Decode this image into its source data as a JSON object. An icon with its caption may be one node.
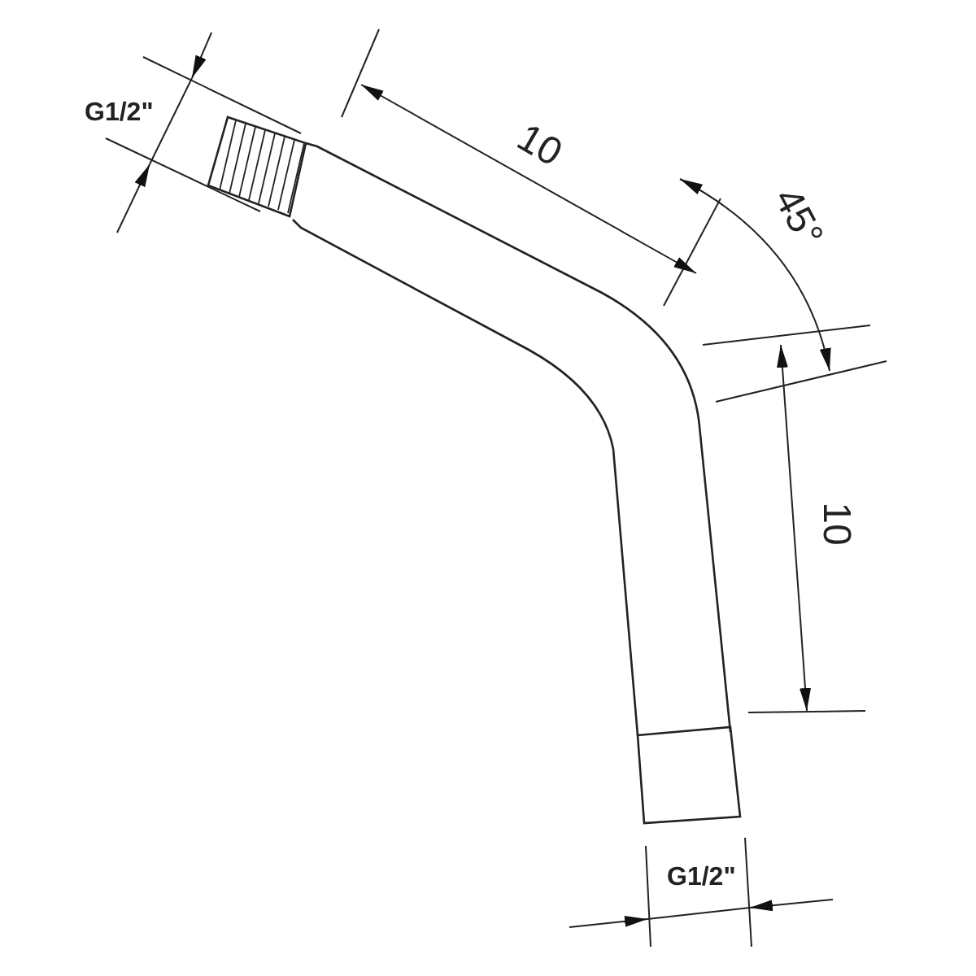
{
  "diagram": {
    "labels": [
      "G1/2\"",
      "10",
      "45°",
      "10",
      "G1/2\""
    ]
  }
}
